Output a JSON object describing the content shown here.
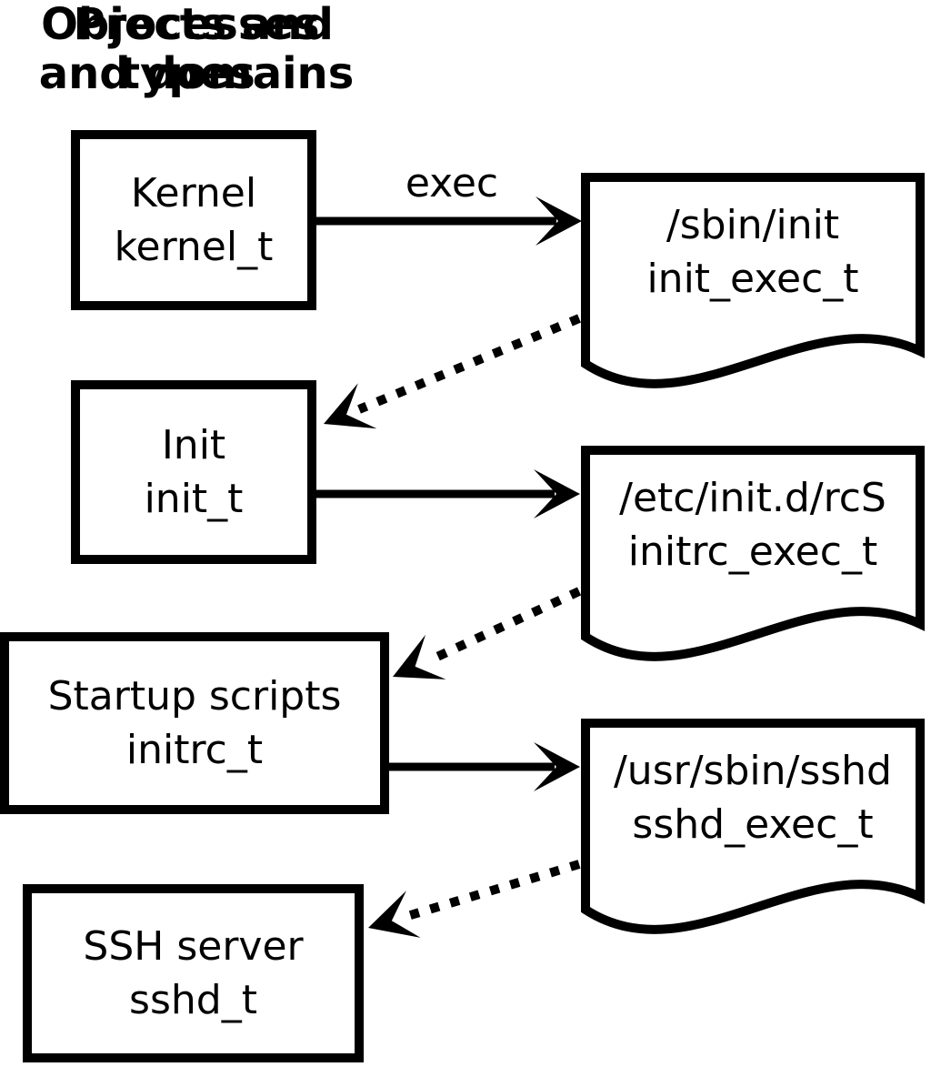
{
  "headers": {
    "left": {
      "line1": "Processes",
      "line2": "and domains"
    },
    "right": {
      "line1": "Objects and",
      "line2": "types"
    }
  },
  "process_boxes": {
    "kernel": {
      "name": "Kernel",
      "domain_type": "kernel_t"
    },
    "init": {
      "name": "Init",
      "domain_type": "init_t"
    },
    "startup": {
      "name": "Startup scripts",
      "domain_type": "initrc_t"
    },
    "sshd": {
      "name": "SSH server",
      "domain_type": "sshd_t"
    }
  },
  "object_docs": {
    "init_exec": {
      "file_path": "/sbin/init",
      "file_type": "init_exec_t"
    },
    "initrc_exec": {
      "file_path": "/etc/init.d/rcS",
      "file_type": "initrc_exec_t"
    },
    "sshd_exec": {
      "file_path": "/usr/sbin/sshd",
      "file_type": "sshd_exec_t"
    }
  },
  "labels": {
    "exec": "exec"
  },
  "edges": [
    {
      "from": "Kernel kernel_t",
      "to": "/sbin/init init_exec_t",
      "style": "solid",
      "label": "exec"
    },
    {
      "from": "/sbin/init init_exec_t",
      "to": "Init init_t",
      "style": "dotted",
      "label": ""
    },
    {
      "from": "Init init_t",
      "to": "/etc/init.d/rcS initrc_exec_t",
      "style": "solid",
      "label": ""
    },
    {
      "from": "/etc/init.d/rcS initrc_exec_t",
      "to": "Startup scripts initrc_t",
      "style": "dotted",
      "label": ""
    },
    {
      "from": "Startup scripts initrc_t",
      "to": "/usr/sbin/sshd sshd_exec_t",
      "style": "solid",
      "label": ""
    },
    {
      "from": "/usr/sbin/sshd sshd_exec_t",
      "to": "SSH server sshd_t",
      "style": "dotted",
      "label": ""
    }
  ],
  "colors": {
    "ink": "#000000",
    "background": "#ffffff"
  }
}
